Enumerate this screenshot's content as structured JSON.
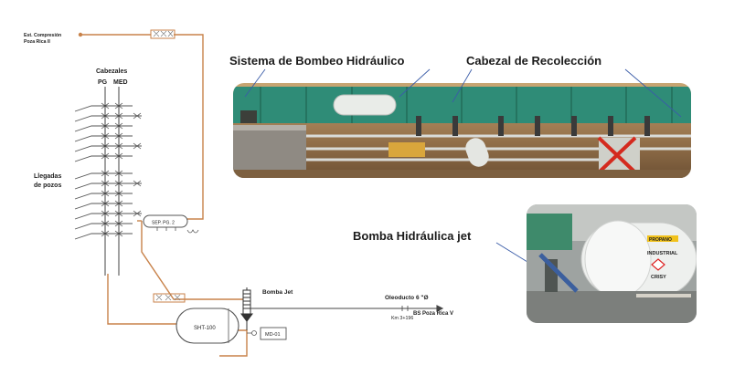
{
  "diagram": {
    "top_destination": {
      "line1": "Est. Compresión",
      "line2": "Poza Rica II"
    },
    "cabezales": {
      "title": "Cabezales",
      "col_pg": "PG",
      "col_med": "MED"
    },
    "llegadas": {
      "line1": "Llegadas",
      "line2": "de pozos"
    },
    "separator_label": "SEP. PG. 2",
    "tank_label": "SHT-100",
    "pump_label": "Bomba Jet",
    "meter_label": "MD-01",
    "pipeline": {
      "label": "Oleoducto 6 \"Ø",
      "km": "Km 3+196",
      "destination": "BS Poza Rica V"
    }
  },
  "photos": {
    "main_captions": {
      "left": "Sistema de Bombeo Hidráulico",
      "right": "Cabezal de Recolección"
    },
    "pump_caption": "Bomba Hidráulica jet",
    "tank_markings": [
      "PROPANO",
      "INDUSTRIAL",
      "CRISY"
    ]
  },
  "colors": {
    "gas_line": "#c8824a",
    "process_line": "#444444"
  }
}
